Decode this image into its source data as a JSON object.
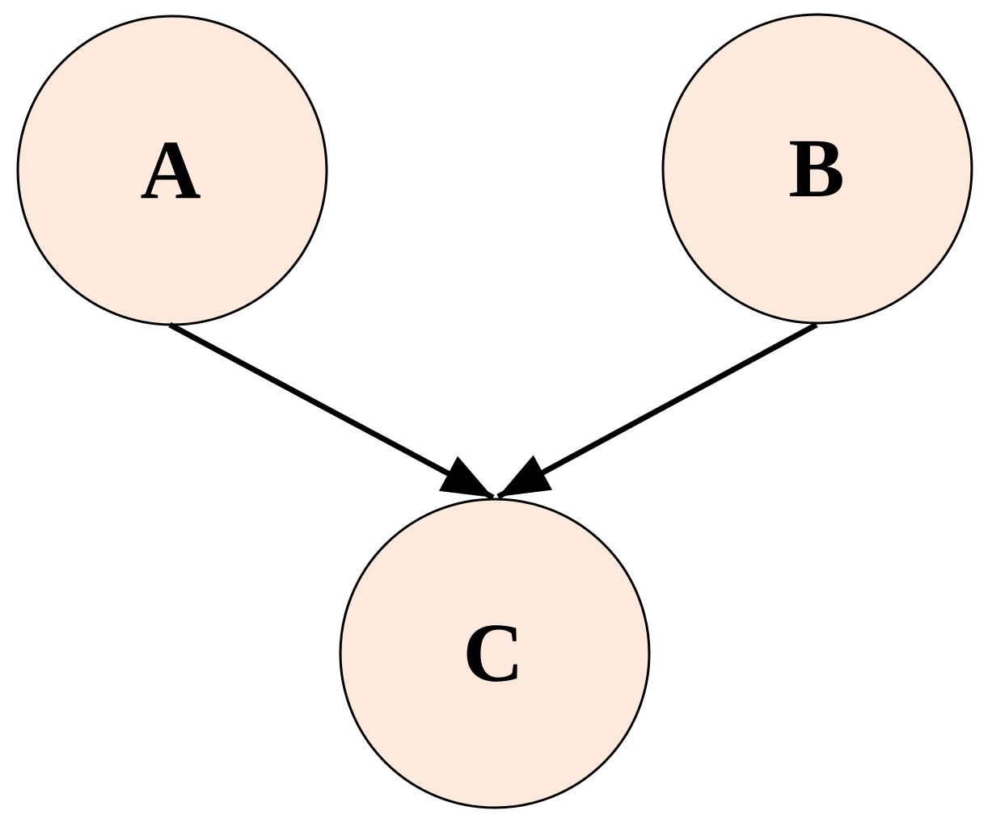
{
  "diagram": {
    "kind": "directed-graph",
    "background_color": "#ffffff",
    "node_fill_color": "#fdeadd",
    "node_stroke_color": "#000000",
    "edge_color": "#000000",
    "label_color": "#000000",
    "nodes": [
      {
        "id": "A",
        "label": "A",
        "position": "top-left"
      },
      {
        "id": "B",
        "label": "B",
        "position": "top-right"
      },
      {
        "id": "C",
        "label": "C",
        "position": "bottom-center"
      }
    ],
    "edges": [
      {
        "from": "A",
        "to": "C",
        "directed": true
      },
      {
        "from": "B",
        "to": "C",
        "directed": true
      }
    ]
  }
}
